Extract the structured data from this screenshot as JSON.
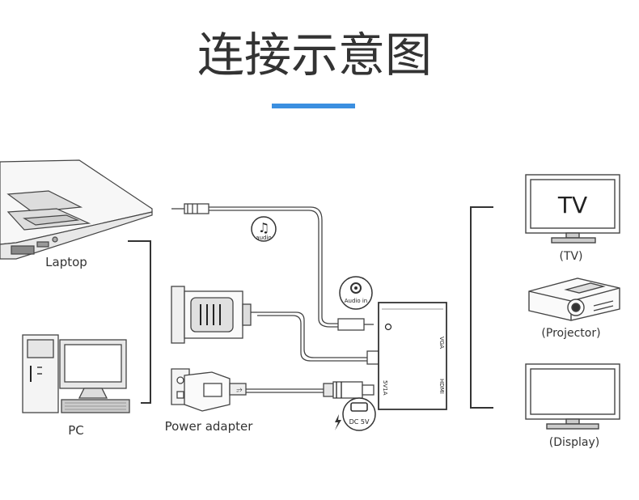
{
  "title": "连接示意图",
  "accent_color": "#3b8fe0",
  "line_color": "#444444",
  "labels": {
    "laptop": "Laptop",
    "pc": "PC",
    "power_adapter": "Power adapter",
    "tv": "(TV)",
    "projector": "(Projector)",
    "display": "(Display)",
    "tv_screen": "TV",
    "audio_badge": "audio",
    "audio_in": "Audio in",
    "dc_badge": "DC 5V",
    "port_vga": "VGA",
    "port_hdmi": "HDMI",
    "port_5v1a": "5V1A"
  },
  "icons": {
    "music": "music-note-icon",
    "lightning": "lightning-icon",
    "usb": "usb-icon"
  }
}
